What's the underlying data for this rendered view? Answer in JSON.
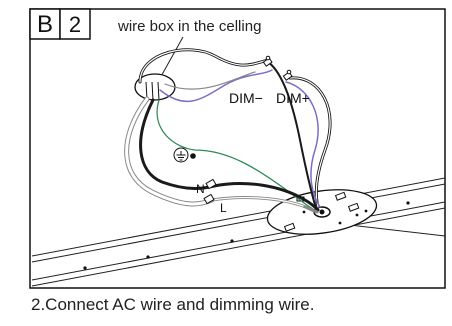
{
  "panel": {
    "letter": "B",
    "step_number": "2",
    "callout": "wire box in the celling"
  },
  "labels": {
    "dim_minus": "DIM−",
    "dim_plus": "DIM+",
    "neutral": "N",
    "live": "L"
  },
  "caption": "2.Connect AC wire and dimming wire.",
  "colors": {
    "frame": "#111111",
    "purple_wire": "#7a6fc6",
    "green_wire": "#2e8b57",
    "black_wire": "#1a1a1a",
    "gray_wire": "#888888"
  }
}
